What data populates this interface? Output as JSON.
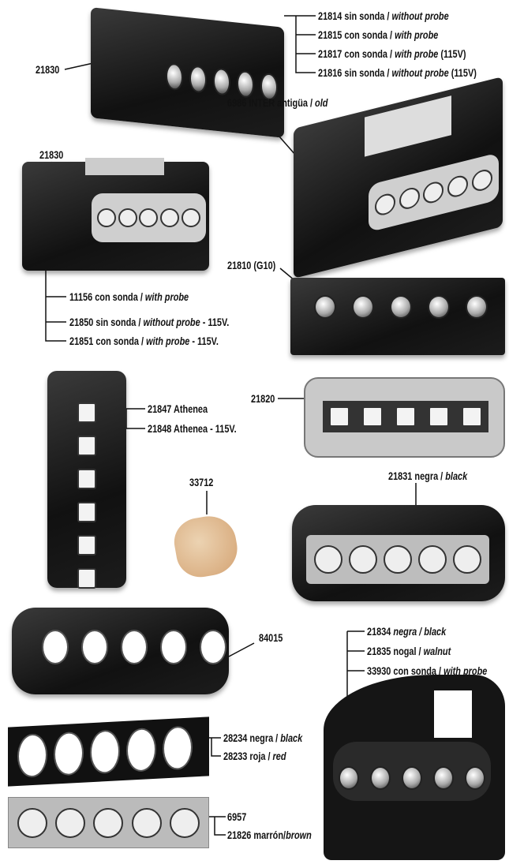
{
  "labels": {
    "p21830_top": {
      "code": "21830"
    },
    "top_group": [
      {
        "code": "21814 sin sonda / ",
        "en": "without probe",
        "suffix": ""
      },
      {
        "code": "21815 con sonda / ",
        "en": "with probe",
        "suffix": ""
      },
      {
        "code": "21817 con sonda / ",
        "en": "with probe",
        "suffix": " (115V)"
      },
      {
        "code": "21816 sin sonda / ",
        "en": "without probe",
        "suffix": " (115V)"
      }
    ],
    "p6986": {
      "code": "6986 INTER antigüa / ",
      "en": "old"
    },
    "p21830_left": {
      "code": "21830"
    },
    "left_group": [
      {
        "code": "11156 con sonda / ",
        "en": "with probe",
        "suffix": ""
      },
      {
        "code": "21850 sin sonda / ",
        "en": "without probe",
        "suffix": " - 115V."
      },
      {
        "code": "21851 con sonda / ",
        "en": "with probe",
        "suffix": " - 115V."
      }
    ],
    "p21810": {
      "code": "21810 (G10)"
    },
    "athenea": [
      {
        "code": "21847 Athenea"
      },
      {
        "code": "21848 Athenea - 115V."
      }
    ],
    "p21820": {
      "code": "21820"
    },
    "p33712": {
      "code": "33712"
    },
    "p21831": {
      "code": "21831 negra / ",
      "en": "black"
    },
    "p84015": {
      "code": "84015"
    },
    "right_group": [
      {
        "code": "21834 ",
        "en": "negra / black",
        "suffix": ""
      },
      {
        "code": "21835 nogal / ",
        "en": "walnut",
        "suffix": ""
      },
      {
        "code": "33930 con sonda / ",
        "en": "with probe",
        "suffix": ""
      }
    ],
    "strip_group": [
      {
        "code": "28234 negra / ",
        "en": "black"
      },
      {
        "code": "28233 roja / ",
        "en": "red"
      }
    ],
    "sticker_group": [
      {
        "code": "6957",
        "en": ""
      },
      {
        "code": "21826 marrón/",
        "en": "brown"
      }
    ]
  },
  "colors": {
    "cap": "#d4a373",
    "grey_case": "#c9c9c9"
  }
}
